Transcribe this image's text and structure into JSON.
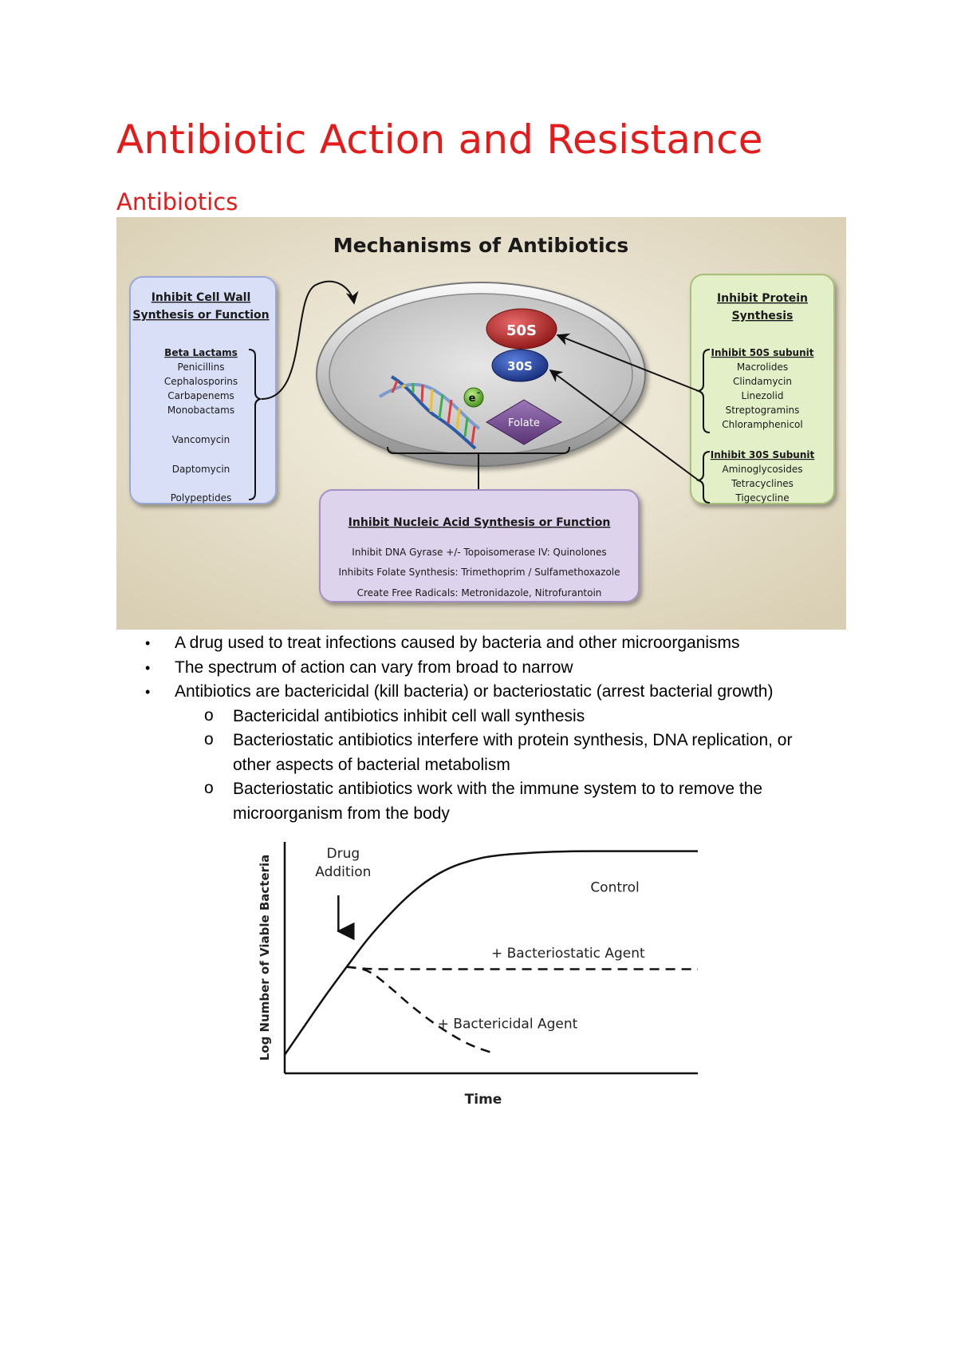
{
  "document": {
    "title": "Antibiotic Action and Resistance",
    "section_heading": "Antibiotics"
  },
  "mechanisms_figure": {
    "heading": "Mechanisms of Antibiotics",
    "cell_wall_box": {
      "title_line1": "Inhibit Cell Wall",
      "title_line2": "Synthesis or Function",
      "group_title": "Beta Lactams",
      "group_items": [
        "Penicillins",
        "Cephalosporins",
        "Carbapenems",
        "Monobactams"
      ],
      "other_items": [
        "Vancomycin",
        "Daptomycin",
        "Polypeptides"
      ]
    },
    "protein_box": {
      "title_line1": "Inhibit Protein",
      "title_line2": "Synthesis",
      "group1_title": "Inhibit 50S subunit",
      "group1_items": [
        "Macrolides",
        "Clindamycin",
        "Linezolid",
        "Streptogramins",
        "Chloramphenicol"
      ],
      "group2_title": "Inhibit 30S Subunit",
      "group2_items": [
        "Aminoglycosides",
        "Tetracyclines",
        "Tigecycline"
      ]
    },
    "nucleic_box": {
      "title": "Inhibit Nucleic Acid Synthesis or Function",
      "lines": [
        "Inhibit DNA Gyrase +/- Topoisomerase IV: Quinolones",
        "Inhibits Folate Synthesis: Trimethoprim / Sulfamethoxazole",
        "Create Free Radicals: Metronidazole, Nitrofurantoin"
      ]
    },
    "cell_labels": {
      "ribosome_large": "50S",
      "ribosome_small": "30S",
      "electron": "e",
      "electron_sup": "-",
      "folate": "Folate"
    },
    "colors": {
      "background": "#ece6d4",
      "cell_wall_box": "#d8dff7",
      "protein_box": "#e3efc7",
      "nucleic_box": "#ddd3ec",
      "ribosome_50s": "#b42b2b",
      "ribosome_30s": "#1f3f9a",
      "folate": "#7a5296"
    }
  },
  "bullets": [
    {
      "text": "A drug used to treat infections caused by bacteria and other microorganisms"
    },
    {
      "text": "The spectrum of action can vary from broad to narrow"
    },
    {
      "text": "Antibiotics are bactericidal (kill bacteria) or bacteriostatic (arrest bacterial growth)"
    }
  ],
  "sub_bullets": [
    {
      "line1": "Bactericidal antibiotics inhibit cell wall synthesis",
      "line2": ""
    },
    {
      "line1": "Bacteriostatic antibiotics interfere with protein synthesis, DNA replication, or",
      "line2": "other aspects of bacterial metabolism"
    },
    {
      "line1": "Bacteriostatic antibiotics work with the immune system to to remove the",
      "line2": "microorganism from the body"
    }
  ],
  "bullet_symbol": "•",
  "sub_bullet_symbol": "o",
  "growth_chart": {
    "ylabel": "Log Number of Viable Bacteria",
    "xlabel": "Time",
    "annotation_line1": "Drug",
    "annotation_line2": "Addition",
    "label_control": "Control",
    "label_static": "+ Bacteriostatic Agent",
    "label_cidal": "+ Bactericidal Agent"
  },
  "chart_data": {
    "type": "line",
    "title": "",
    "xlabel": "Time",
    "ylabel": "Log Number of Viable Bacteria",
    "xlim": [
      0,
      10
    ],
    "ylim": [
      0,
      10
    ],
    "annotations": [
      {
        "text": "Drug Addition",
        "x": 1.3
      }
    ],
    "series": [
      {
        "name": "Control",
        "style": "solid",
        "x": [
          0,
          0.5,
          1,
          1.5,
          2,
          2.5,
          3,
          3.5,
          4,
          4.5,
          5,
          6,
          7,
          8,
          9,
          10
        ],
        "y": [
          0.8,
          2.1,
          3.4,
          4.6,
          5.8,
          6.8,
          7.7,
          8.4,
          8.9,
          9.2,
          9.4,
          9.55,
          9.6,
          9.6,
          9.6,
          9.6
        ]
      },
      {
        "name": "+ Bacteriostatic Agent",
        "style": "dashed",
        "x": [
          1.5,
          2,
          3,
          4,
          5,
          6,
          7,
          8,
          9,
          10
        ],
        "y": [
          4.6,
          4.5,
          4.5,
          4.5,
          4.5,
          4.5,
          4.5,
          4.5,
          4.5,
          4.5
        ]
      },
      {
        "name": "+ Bactericidal Agent",
        "style": "dashed",
        "x": [
          1.5,
          2,
          2.5,
          3,
          3.5,
          4,
          4.5,
          5
        ],
        "y": [
          4.6,
          4.5,
          3.8,
          3.0,
          2.3,
          1.7,
          1.2,
          0.9
        ]
      }
    ]
  }
}
